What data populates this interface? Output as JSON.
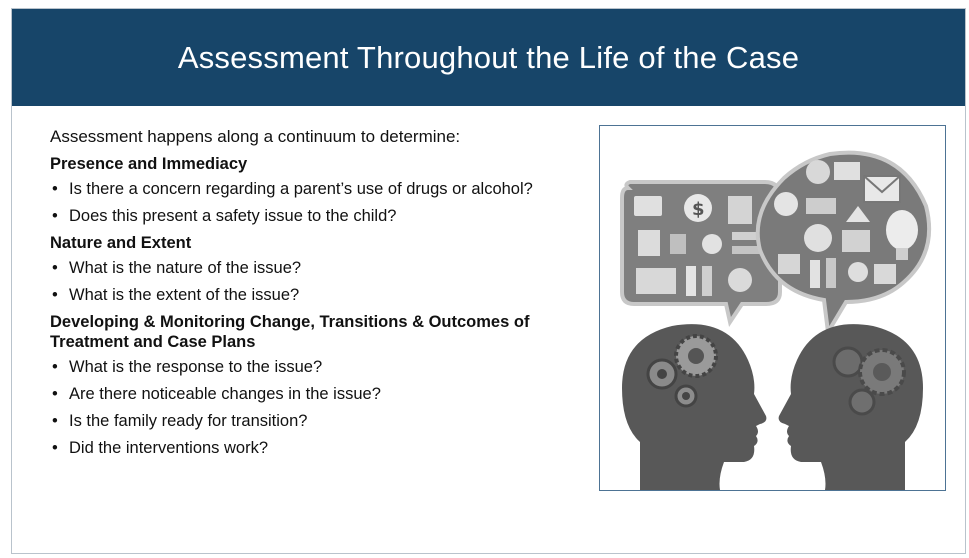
{
  "slide": {
    "title": "Assessment Throughout the Life of the Case",
    "intro": "Assessment happens along a continuum to determine:",
    "sections": [
      {
        "heading": "Presence and Immediacy",
        "bullets": [
          "Is there a concern regarding a parent’s use of drugs or alcohol?",
          "Does this present a safety issue to the child?"
        ]
      },
      {
        "heading": "Nature and Extent",
        "bullets": [
          "What is the nature of the issue?",
          "What is the extent of the issue?"
        ]
      },
      {
        "heading": "Developing & Monitoring Change, Transitions & Outcomes of Treatment and Case Plans",
        "bullets": [
          "What is the response to the issue?",
          "Are there noticeable changes in the issue?",
          "Is the family ready for transition?",
          "Did the interventions work?"
        ]
      }
    ],
    "bullet_char": "•"
  },
  "illustration": {
    "icon": "two-heads-speech-bubbles-illustration",
    "bubble_symbol": "$"
  },
  "colors": {
    "title_bar": "#174569",
    "figure_border": "#4d7394"
  }
}
